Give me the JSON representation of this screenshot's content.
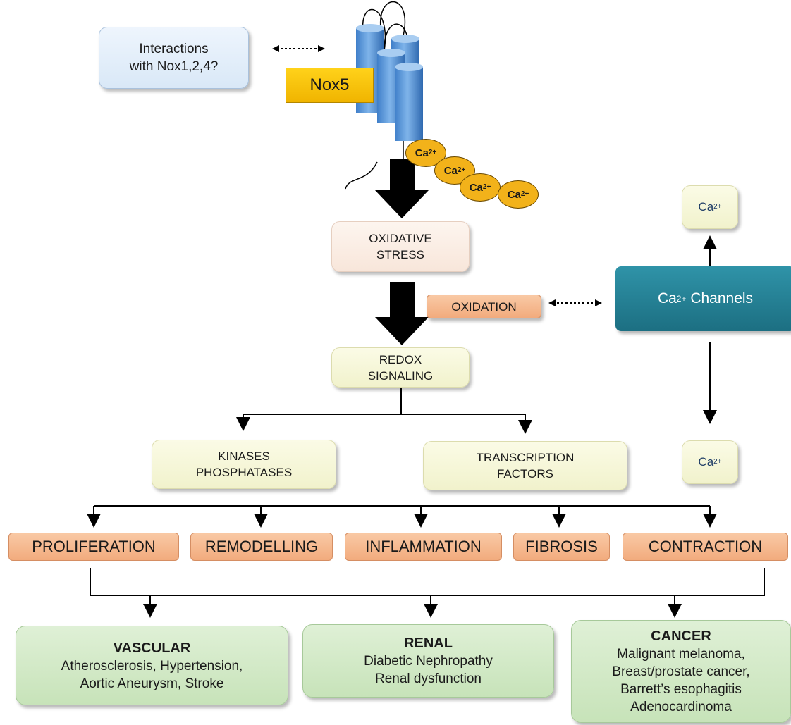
{
  "interactions": {
    "line1": "Interactions",
    "line2": "with Nox1,2,4?"
  },
  "nox5": "Nox5",
  "ca_ion": {
    "base": "Ca",
    "charge": "2+"
  },
  "oxidative_stress": {
    "line1": "OXIDATIVE",
    "line2": "STRESS"
  },
  "oxidation": "OXIDATION",
  "ca_channels": {
    "prefix": "Ca",
    "charge": "2+",
    "suffix": " Channels"
  },
  "redox_signaling": {
    "line1": "REDOX",
    "line2": "SIGNALING"
  },
  "kinases": {
    "line1": "KINASES",
    "line2": "PHOSPHATASES"
  },
  "transcription": {
    "line1": "TRANSCRIPTION",
    "line2": "FACTORS"
  },
  "outcomes": [
    "PROLIFERATION",
    "REMODELLING",
    "INFLAMMATION",
    "FIBROSIS",
    "CONTRACTION"
  ],
  "diseases": {
    "vascular": {
      "title": "VASCULAR",
      "line1": "Atherosclerosis, Hypertension,",
      "line2": "Aortic Aneurysm, Stroke"
    },
    "renal": {
      "title": "RENAL",
      "line1": "Diabetic Nephropathy",
      "line2": "Renal dysfunction"
    },
    "cancer": {
      "title": "CANCER",
      "line1": "Malignant melanoma,",
      "line2": "Breast/prostate cancer,",
      "line3": "Barrett’s esophagitis",
      "line4": "Adenocardinoma"
    }
  }
}
